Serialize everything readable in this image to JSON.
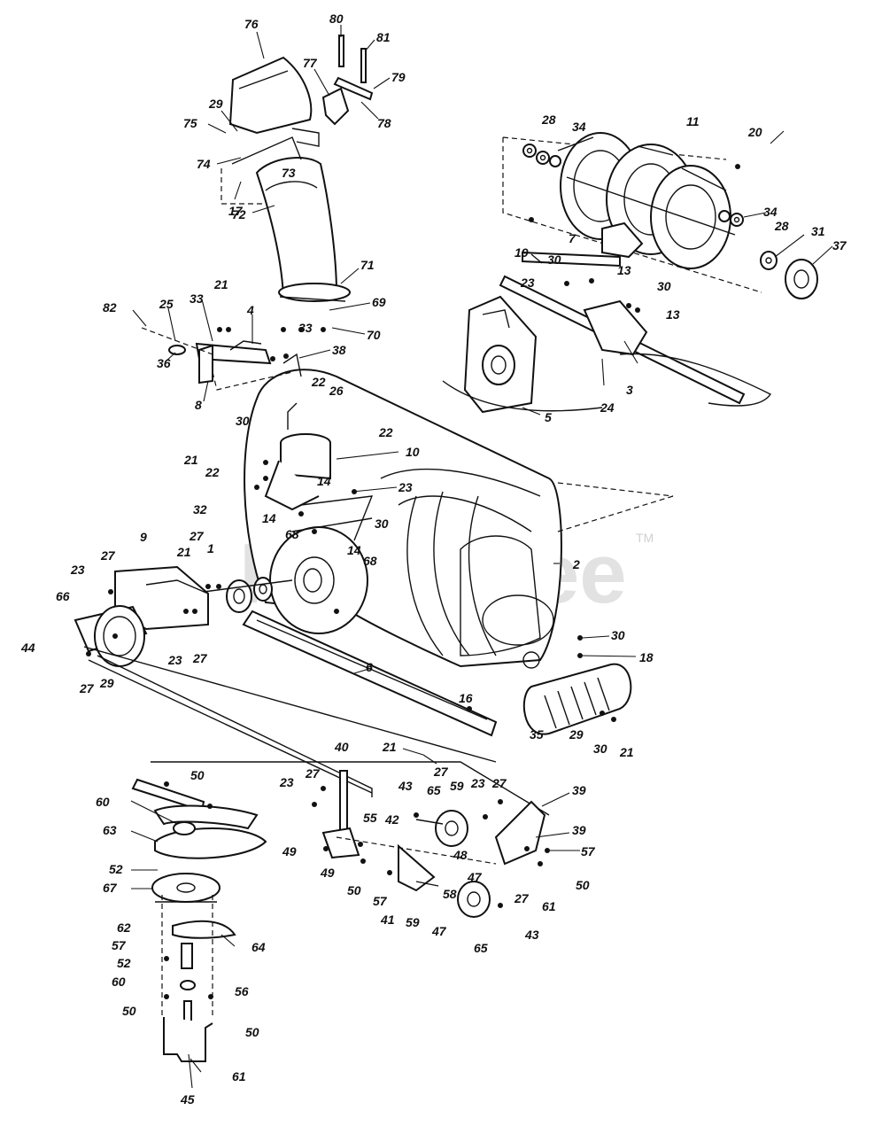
{
  "watermark": {
    "brand": "PartsTree",
    "mark": "TM"
  },
  "callouts": [
    "76",
    "80",
    "81",
    "77",
    "79",
    "78",
    "29",
    "75",
    "74",
    "73",
    "17",
    "72",
    "71",
    "69",
    "70",
    "21",
    "82",
    "25",
    "33",
    "4",
    "33",
    "38",
    "36",
    "8",
    "22",
    "26",
    "22",
    "10",
    "30",
    "21",
    "22",
    "14",
    "14",
    "23",
    "32",
    "27",
    "9",
    "21",
    "1",
    "68",
    "68",
    "14",
    "30",
    "27",
    "23",
    "66",
    "44",
    "27",
    "29",
    "23",
    "27",
    "2",
    "30",
    "18",
    "6",
    "16",
    "35",
    "29",
    "30",
    "21",
    "21",
    "27",
    "40",
    "43",
    "65",
    "59",
    "23",
    "27",
    "39",
    "39",
    "57",
    "23",
    "27",
    "55",
    "42",
    "48",
    "49",
    "49",
    "50",
    "57",
    "41",
    "59",
    "58",
    "47",
    "27",
    "61",
    "50",
    "47",
    "65",
    "43",
    "50",
    "60",
    "63",
    "52",
    "67",
    "62",
    "57",
    "52",
    "60",
    "50",
    "56",
    "50",
    "64",
    "61",
    "45",
    "28",
    "34",
    "11",
    "20",
    "34",
    "28",
    "31",
    "37",
    "19",
    "7",
    "30",
    "23",
    "13",
    "30",
    "13",
    "24",
    "3",
    "5"
  ]
}
